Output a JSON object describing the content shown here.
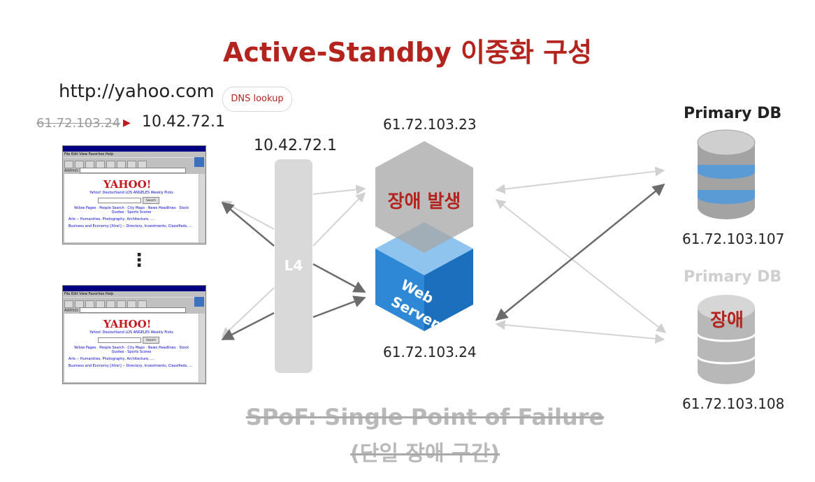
{
  "title": "Active-Standby 이중화 구성",
  "client": {
    "url": "http://yahoo.com",
    "dns_label": "DNS lookup",
    "old_ip": "61.72.103.24",
    "arrow": "▶",
    "new_ip": "10.42.72.1",
    "ellipsis": "⋮",
    "browser": {
      "logo_text": "YAHOO!",
      "sub_links": "Yahoo! Deutschland   LOS ANGELES   Weekly Picks",
      "search_label": "Search",
      "links_row": "Yellow Pages · People Search · City Maps · News Headlines · Stock Quotes · Sports Scores",
      "category_1": "Arts -- Humanities, Photography, Architecture, ...",
      "category_2": "Business and Economy [Xtra!] -- Directory, Investments, Classifieds, ..."
    }
  },
  "l4": {
    "ip": "10.42.72.1",
    "label": "L4"
  },
  "servers": {
    "failed_ip": "61.72.103.23",
    "failed_label": "장애 발생",
    "failed_server_text": "Web Server",
    "active_ip": "61.72.103.24",
    "active_label_line1": "Web",
    "active_label_line2": "Server"
  },
  "databases": {
    "primary": {
      "title": "Primary DB",
      "ip": "61.72.103.107"
    },
    "secondary": {
      "title": "Primary DB",
      "ip": "61.72.103.108",
      "fail_label": "장애"
    }
  },
  "spof": {
    "line1": "SPoF: Single Point of Failure",
    "line2": "(단일 장애 구간)"
  },
  "colors": {
    "accent_red": "#b3241e",
    "server_blue": "#2e86d4",
    "db_blue": "#5b9bd5",
    "gray": "#bfbfbf"
  }
}
